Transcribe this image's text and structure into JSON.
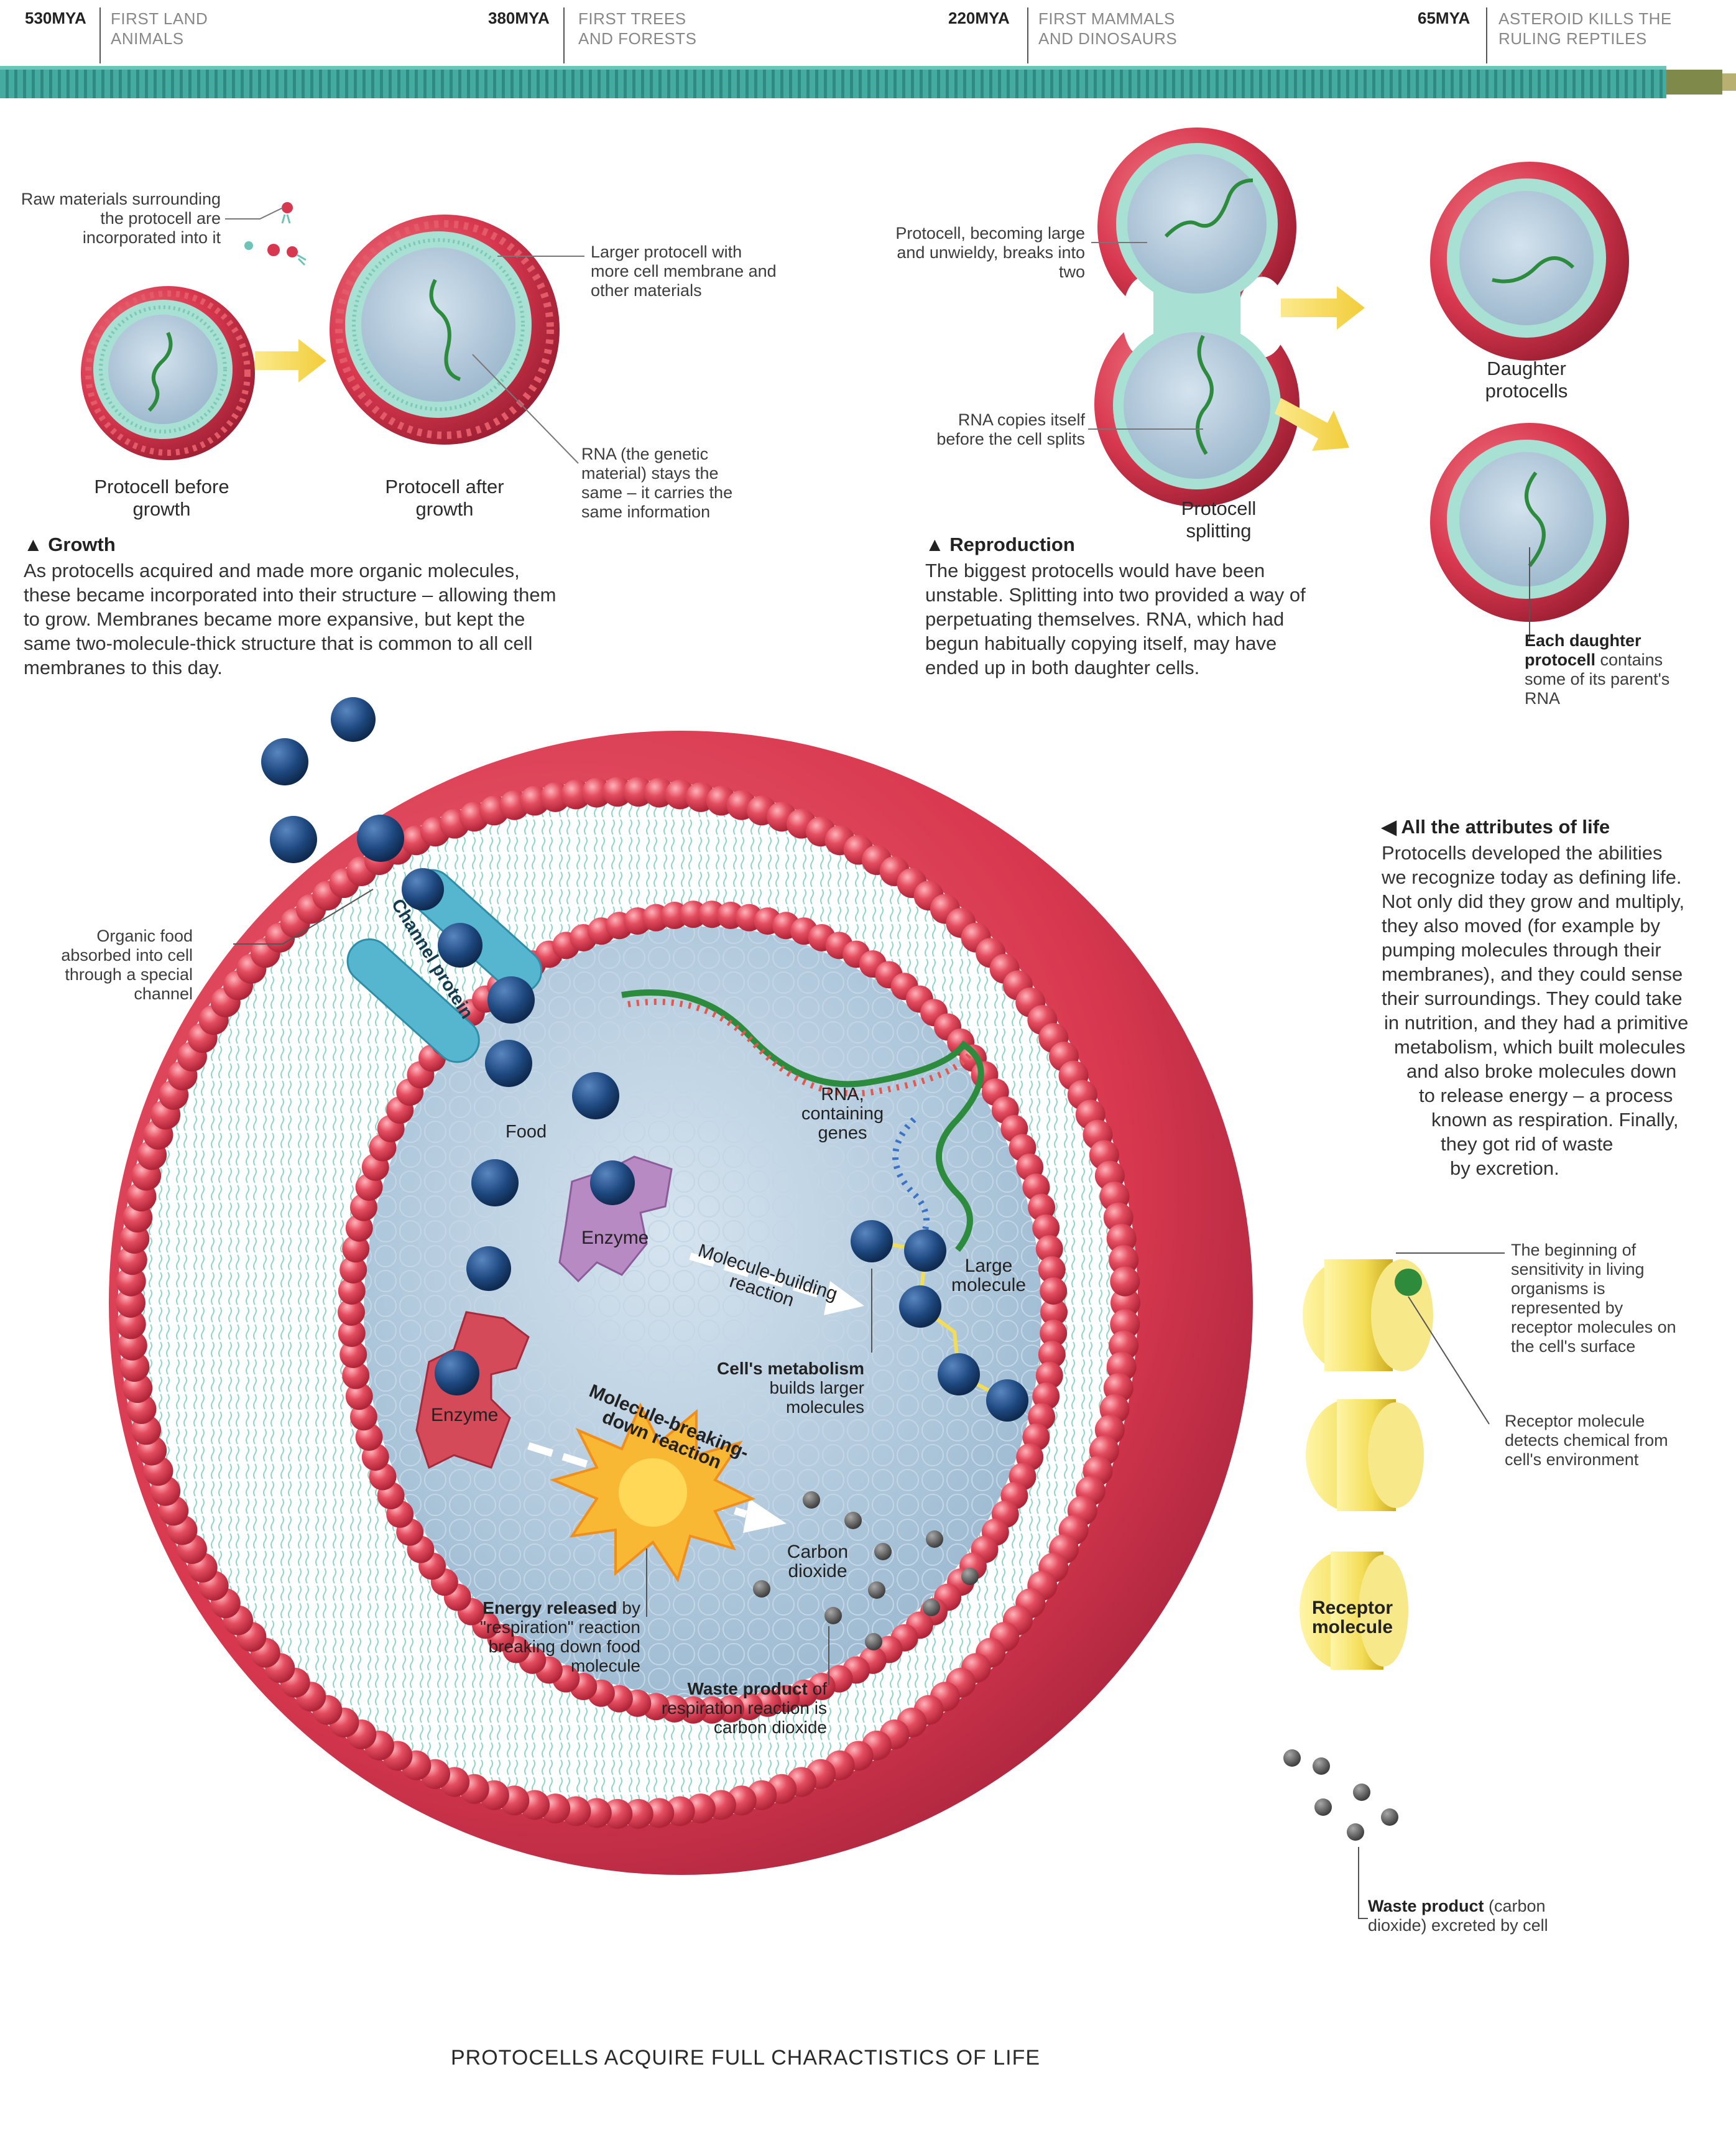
{
  "timeline": {
    "events": [
      {
        "date": "530MYA",
        "label": "FIRST LAND ANIMALS"
      },
      {
        "date": "380MYA",
        "label": "FIRST TREES AND FORESTS"
      },
      {
        "date": "220MYA",
        "label": "FIRST MAMMALS AND DINOSAURS"
      },
      {
        "date": "65MYA",
        "label": "ASTEROID KILLS THE RULING REPTILES"
      }
    ]
  },
  "growth": {
    "raw_materials_label": "Raw materials surrounding the protocell are incorporated into it",
    "larger_protocell_label": "Larger protocell with more cell membrane and other materials",
    "rna_label": "RNA (the genetic material) stays the same – it carries the same information",
    "before_caption": "Protocell before growth",
    "after_caption": "Protocell after growth",
    "heading": "Growth",
    "text": "As protocells acquired and made more organic molecules, these became incorporated into their structure – allowing them to grow.  Membranes became more expansive, but kept the same two-molecule-thick structure that is common to all cell membranes to this day."
  },
  "reproduction": {
    "becoming_label": "Protocell, becoming large and unwieldy, breaks into two",
    "rna_copies_label": "RNA copies itself before the cell splits",
    "splitting_caption": "Protocell splitting",
    "daughter_caption": "Daughter protocells",
    "daughter_note_bold": "Each daughter protocell",
    "daughter_note_rest": "contains some of its parent's RNA",
    "heading": "Reproduction",
    "text": "The biggest protocells would have been unstable. Splitting into two provided a way of perpetuating themselves. RNA, which had begun habitually copying itself, may have ended up in both daughter cells."
  },
  "attributes": {
    "heading": "All the attributes of life",
    "lines": [
      "Protocells developed the abilities",
      "we recognize today as defining life.",
      "Not only did they grow and multiply,",
      "they also moved (for example by",
      "pumping molecules through their",
      "membranes), and they could sense",
      "their surroundings. They could take",
      "in nutrition, and they had a primitive",
      "metabolism, which built molecules",
      "and also broke molecules down",
      "to release energy – a process",
      "known as respiration. Finally,",
      "they got rid of waste",
      "by excretion."
    ]
  },
  "main_cell": {
    "organic_food_label": "Organic food absorbed into cell through a special channel",
    "channel_protein": "Channel protein",
    "food": "Food",
    "rna_label": "RNA, containing genes",
    "enzyme_1": "Enzyme",
    "enzyme_2": "Enzyme",
    "building_reaction": "Molecule-building reaction",
    "large_molecule": "Large molecule",
    "metabolism_bold": "Cell's metabolism",
    "metabolism_rest": "builds larger molecules",
    "breaking_reaction": "Molecule-breaking-down reaction",
    "carbon_dioxide": "Carbon dioxide",
    "energy_bold": "Energy released",
    "energy_rest": "by \"respiration\" reaction breaking down food molecule",
    "waste_inside_bold": "Waste product",
    "waste_inside_rest": "of respiration reaction is carbon dioxide",
    "receptor_inside": "Receptor molecule",
    "sensitivity_label": "The beginning of sensitivity in living organisms is represented by receptor molecules on the cell's surface",
    "receptor_detects_label": "Receptor molecule detects chemical from cell's environment",
    "waste_out_bold": "Waste product",
    "waste_out_rest": "(carbon dioxide) excreted by cell"
  },
  "title": "PROTOCELLS ACQUIRE FULL CHARACTISTICS OF LIFE",
  "colors": {
    "membrane_red": "#d8384f",
    "membrane_teal": "#8fd6c6",
    "cytoplasm": "#b9cfe0",
    "food_blue": "#1f4a82",
    "channel": "#56b6cf",
    "enzyme_purple": "#b88ac4",
    "enzyme_red": "#d44a58",
    "rna_green": "#2c8b3c",
    "arrow_yellow": "#f4d44a",
    "receptor_yellow": "#f3dd55",
    "timeline_teal": "#3fa59c"
  }
}
